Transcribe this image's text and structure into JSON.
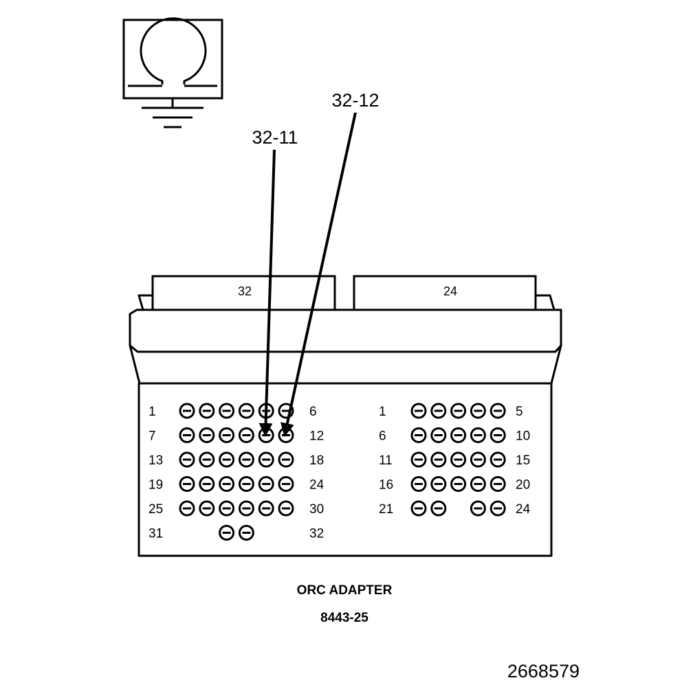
{
  "callouts": {
    "left": "32-11",
    "right": "32-12"
  },
  "connectors": [
    {
      "tab_label": "32",
      "rows": [
        {
          "left": "1",
          "right": "6",
          "pins": [
            1,
            1,
            1,
            1,
            1,
            1
          ]
        },
        {
          "left": "7",
          "right": "12",
          "pins": [
            1,
            1,
            1,
            1,
            1,
            1
          ]
        },
        {
          "left": "13",
          "right": "18",
          "pins": [
            1,
            1,
            1,
            1,
            1,
            1
          ]
        },
        {
          "left": "19",
          "right": "24",
          "pins": [
            1,
            1,
            1,
            1,
            1,
            1
          ]
        },
        {
          "left": "25",
          "right": "30",
          "pins": [
            1,
            1,
            1,
            1,
            1,
            1
          ]
        },
        {
          "left": "31",
          "right": "32",
          "pins": [
            0,
            0,
            1,
            1,
            0,
            0
          ]
        }
      ]
    },
    {
      "tab_label": "24",
      "rows": [
        {
          "left": "1",
          "right": "5",
          "pins": [
            1,
            1,
            1,
            1,
            1
          ]
        },
        {
          "left": "6",
          "right": "10",
          "pins": [
            1,
            1,
            1,
            1,
            1
          ]
        },
        {
          "left": "11",
          "right": "15",
          "pins": [
            1,
            1,
            1,
            1,
            1
          ]
        },
        {
          "left": "16",
          "right": "20",
          "pins": [
            1,
            1,
            1,
            1,
            1
          ]
        },
        {
          "left": "21",
          "right": "24",
          "pins": [
            1,
            1,
            0,
            1,
            1
          ]
        }
      ]
    }
  ],
  "caption": {
    "title": "ORC ADAPTER",
    "part": "8443-25"
  },
  "figure_number": "2668579",
  "icons": [
    "ohmmeter-icon",
    "ground-icon"
  ]
}
